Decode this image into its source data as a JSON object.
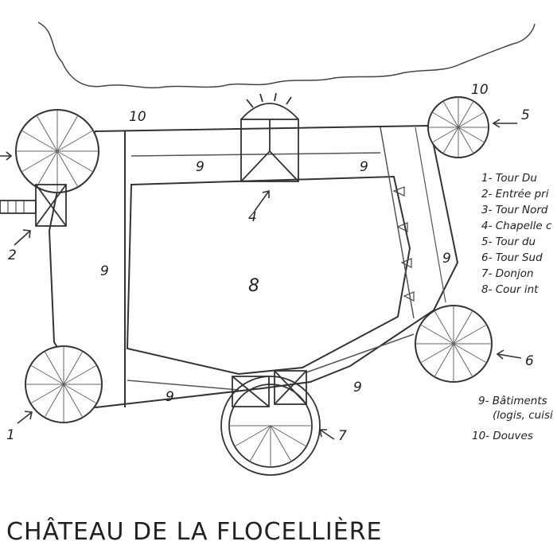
{
  "title": "CHÂTEAU DE LA FLOCELLIÈRE",
  "markers": {
    "tower_1": "1",
    "entrance_2": "2",
    "tower_3_arrow": "",
    "chapel_4": "4",
    "tower_5": "5",
    "tower_6": "6",
    "donjon_7": "7",
    "courtyard_8": "8",
    "buildings_west": "9",
    "buildings_north_west": "9",
    "buildings_north_east": "9",
    "buildings_east": "9",
    "buildings_south_west": "9",
    "buildings_south_east": "9",
    "moat_north": "10",
    "moat_north_east": "10"
  },
  "legend": [
    "1- Tour Du",
    "2- Entrée pri",
    "3- Tour Nord",
    "4- Chapelle c",
    "5- Tour du",
    "6- Tour Sud",
    "7- Donjon",
    "8- Cour int",
    "9- Bâtiments",
    "(logis, cuisi",
    "10- Douves"
  ],
  "colors": {
    "ink": "#2a2a2a",
    "pencil": "#555555",
    "paper": "#ffffff"
  }
}
